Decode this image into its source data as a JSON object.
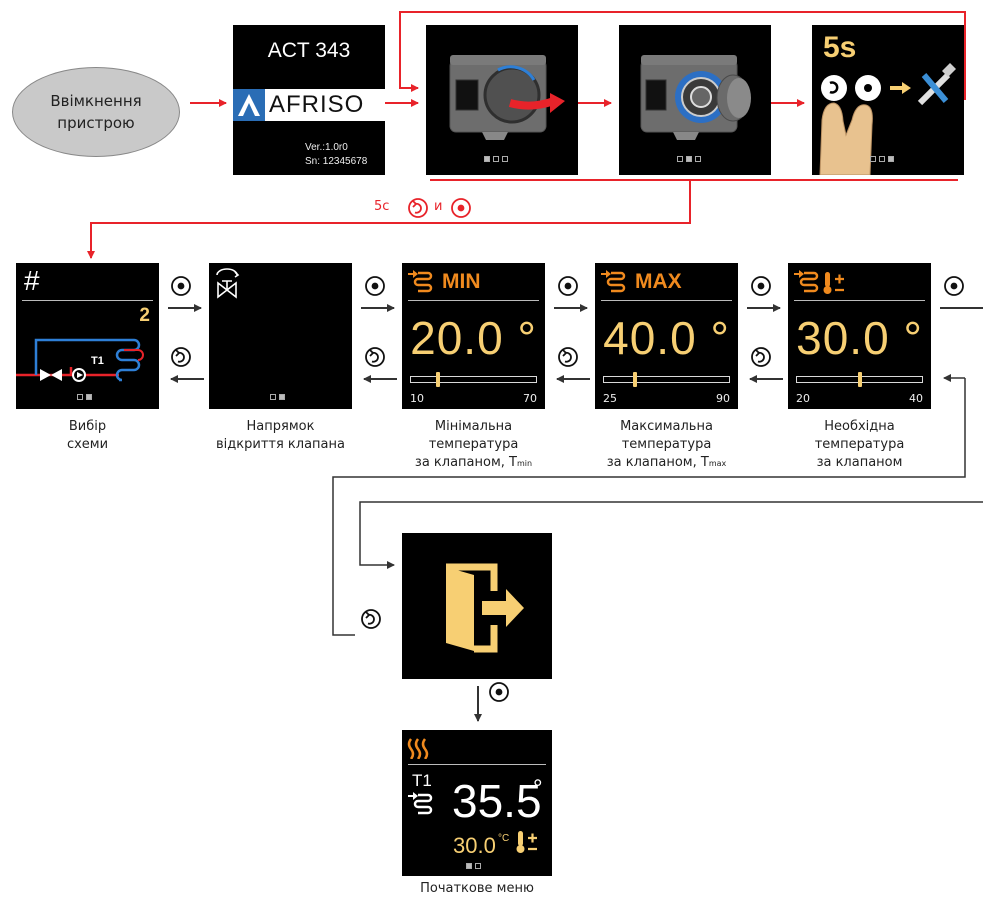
{
  "start": {
    "label_line1": "Ввімкнення",
    "label_line2": "пристрою"
  },
  "startup_screen": {
    "model": "ACT 343",
    "brand": "AFRISO",
    "version": "Ver.:1.0r0",
    "serial": "Sn: 12345678"
  },
  "hint_screen": {
    "hold_time": "5s"
  },
  "service_hint": {
    "prefix": "5с",
    "conjunction": "и"
  },
  "menu_screens": [
    {
      "id": "scheme",
      "symbol": "#",
      "value": "2",
      "sensor": "T1",
      "caption": [
        "Вибір",
        "схеми"
      ]
    },
    {
      "id": "valve-direction",
      "caption": [
        "Напрямок",
        "відкриття клапана"
      ]
    },
    {
      "id": "min-temp",
      "header": "MIN",
      "value": "20.0 °",
      "range_min": "10",
      "range_max": "70",
      "level": 0.2,
      "caption": [
        "Мінімальна",
        "температура",
        "за клапаном, T"
      ],
      "caption_sub": "min"
    },
    {
      "id": "max-temp",
      "header": "MAX",
      "value": "40.0 °",
      "range_min": "25",
      "range_max": "90",
      "level": 0.23,
      "caption": [
        "Максимальна",
        "температура",
        "за клапаном, T"
      ],
      "caption_sub": "max"
    },
    {
      "id": "required-temp",
      "value": "30.0 °",
      "range_min": "20",
      "range_max": "40",
      "level": 0.5,
      "caption": [
        "Необхідна",
        "температура",
        "за клапаном"
      ]
    }
  ],
  "home": {
    "sensor": "T1",
    "temperature": "35.5",
    "degree": "°",
    "setpoint": "30.0",
    "setpoint_unit": "°C",
    "caption": "Початкове меню"
  },
  "colors": {
    "flow_red": "#e8232a",
    "screen_orange": "#f08a1e",
    "screen_yellow": "#f7cf73",
    "oval_gray": "#c9c9c9"
  }
}
